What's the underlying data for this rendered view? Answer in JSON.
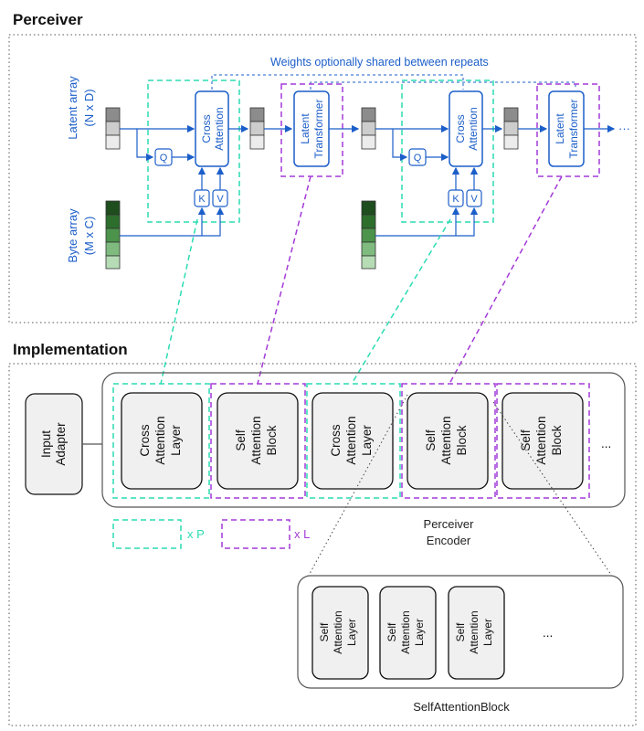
{
  "sections": {
    "perceiver_title": "Perceiver",
    "implementation_title": "Implementation"
  },
  "perceiver": {
    "latent_label": "Latent array",
    "latent_dims": "(N x D)",
    "byte_label": "Byte array",
    "byte_dims": "(M x C)",
    "weights_note": "Weights optionally shared between repeats",
    "cross_attention": [
      "Cross",
      "Attention"
    ],
    "latent_transformer": [
      "Latent",
      "Transformer"
    ],
    "q_label": "Q",
    "k_label": "K",
    "v_label": "V",
    "continuation": "···"
  },
  "implementation": {
    "input_adapter": [
      "Input",
      "Adapter"
    ],
    "cross_attention_layer": [
      "Cross",
      "Attention",
      "Layer"
    ],
    "self_attention_block": [
      "Self",
      "Attention",
      "Block"
    ],
    "self_attention_layer": [
      "Self",
      "Attention",
      "Layer"
    ],
    "ellipsis": "...",
    "encoder_caption": [
      "Perceiver",
      "Encoder"
    ],
    "legend_p": "x P",
    "legend_l": "x L",
    "block_caption": "SelfAttentionBlock"
  },
  "colors": {
    "blue": "#1b5ec9",
    "cyan": "#2bdcb2",
    "purple": "#a33ad8",
    "block_fill": "#f0f0f0",
    "latent_dark": "#8c8c8c",
    "latent_mid": "#cdcdcd",
    "latent_light": "#ececec",
    "byte_greens": [
      "#1e4d1e",
      "#2d6e2d",
      "#4c944c",
      "#7fbb7f",
      "#b6dcb6"
    ]
  }
}
